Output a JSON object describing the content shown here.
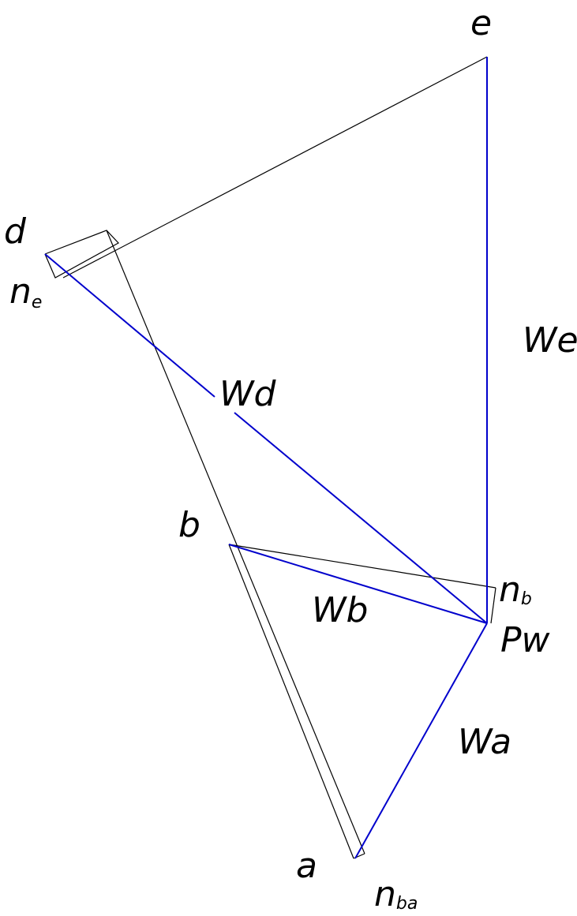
{
  "colors": {
    "vector": "#0000cc",
    "construction": "#000000",
    "background": "#ffffff"
  },
  "points": {
    "e": "e",
    "d": "d",
    "b": "b",
    "a": "a",
    "pole": "Pw"
  },
  "vectors": {
    "we": "We",
    "wd": "Wd",
    "wb": "Wb",
    "wa": "Wa"
  },
  "normals": {
    "ne": {
      "main": "n",
      "sub": "e"
    },
    "nb": {
      "main": "n",
      "sub": "b"
    },
    "nba": {
      "main": "n",
      "sub": "ba"
    }
  }
}
